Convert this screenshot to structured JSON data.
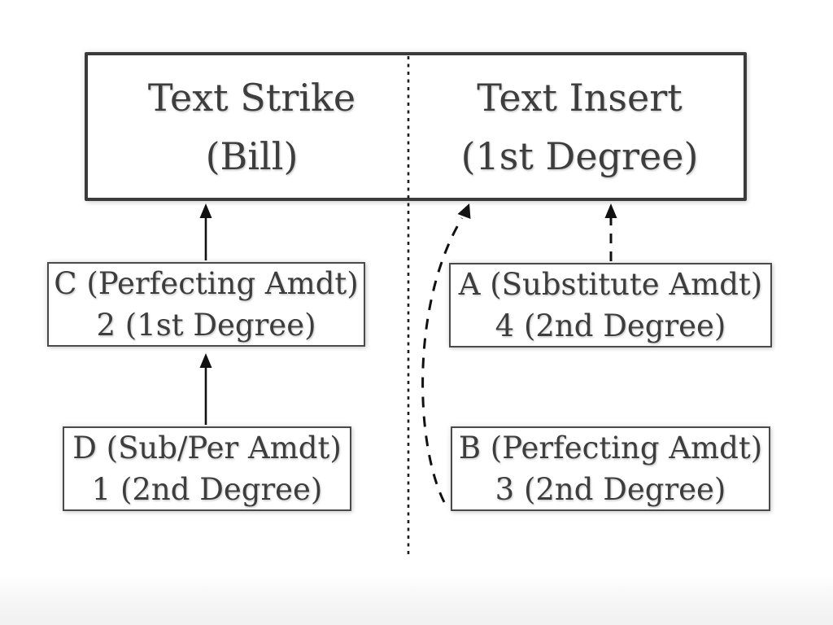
{
  "diagram": {
    "title_row": {
      "left": {
        "line1": "Text Strike",
        "line2": "(Bill)"
      },
      "right": {
        "line1": "Text Insert",
        "line2": "(1st Degree)"
      }
    },
    "nodes": {
      "c": {
        "line1": "C (Perfecting Amdt)",
        "line2": "2 (1st Degree)"
      },
      "d": {
        "line1": "D (Sub/Per Amdt)",
        "line2": "1 (2nd Degree)"
      },
      "a": {
        "line1": "A (Substitute Amdt)",
        "line2": "4 (2nd Degree)"
      },
      "b": {
        "line1": "B (Perfecting Amdt)",
        "line2": "3 (2nd Degree)"
      }
    },
    "edges": [
      {
        "from": "D",
        "to": "C",
        "style": "solid-arrow"
      },
      {
        "from": "C",
        "to": "Text Strike (Bill)",
        "style": "solid-arrow"
      },
      {
        "from": "A",
        "to": "Text Insert (1st Degree)",
        "style": "dashed-arrow"
      },
      {
        "from": "B",
        "to": "Text Insert (1st Degree)",
        "style": "dashed-curved-arrow"
      }
    ],
    "divider": {
      "style": "dotted-vertical",
      "separates": [
        "Text Strike (Bill)",
        "Text Insert (1st Degree)"
      ]
    },
    "colors": {
      "box_border": "#3b3b3b",
      "small_box_border": "#4a4a4a",
      "text": "#3d3d3d",
      "line": "#1d1d1d",
      "background": "#ffffff"
    }
  }
}
